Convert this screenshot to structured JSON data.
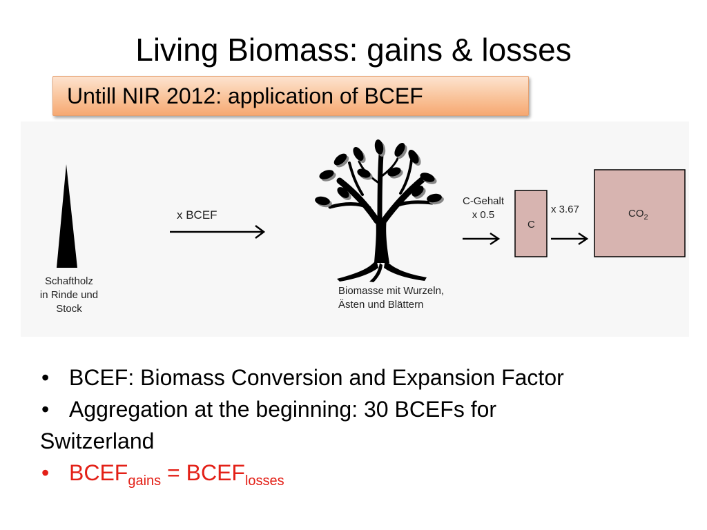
{
  "title": "Living Biomass: gains & losses",
  "subtitle": "Untill NIR 2012: application of BCEF",
  "figure": {
    "stem_label_1": "Schaftholz",
    "stem_label_2": "in Rinde und",
    "stem_label_3": "Stock",
    "arrow1_label": "x  BCEF",
    "tree_label_1": "Biomasse mit Wurzeln,",
    "tree_label_2": "Ästen und Blättern",
    "carbon_label_1": "C-Gehalt",
    "carbon_label_2": "x 0.5",
    "c_box_label": "C",
    "factor_label": "x 3.67",
    "co2_main": "CO",
    "co2_sub": "2"
  },
  "bullets": {
    "b1_dot": "•",
    "b1": "BCEF: Biomass Conversion and Expansion Factor",
    "b2_dot": "•",
    "b2_line1": "Aggregation at the beginning: 30 BCEFs  for",
    "b2_line2": "Switzerland",
    "b3_dot": "•",
    "b3_base1": "BCEF",
    "b3_sub1": "gains",
    "b3_eq": " = BCEF",
    "b3_sub2": "losses"
  },
  "colors": {
    "red": "#e32017",
    "box_fill": "#d7b4b0",
    "orange_box": "#f9c39a"
  }
}
